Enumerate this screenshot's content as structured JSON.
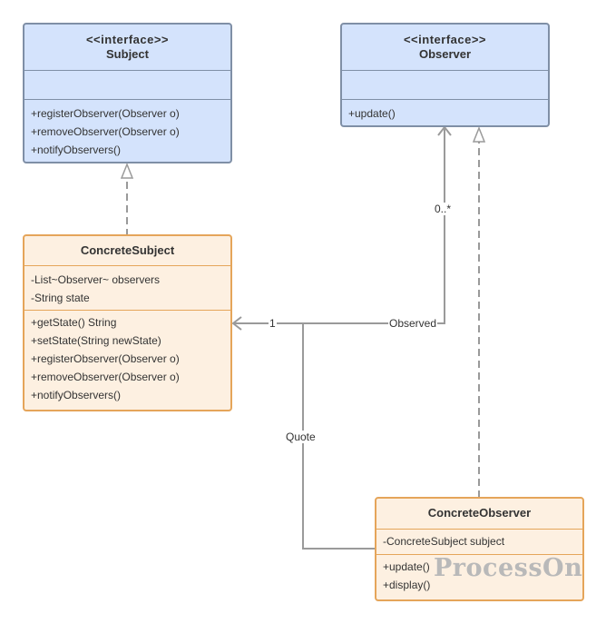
{
  "classes": {
    "subject": {
      "stereotype": "<<interface>>",
      "name": "Subject",
      "methods": [
        "+registerObserver(Observer o)",
        "+removeObserver(Observer o)",
        "+notifyObservers()"
      ]
    },
    "observer": {
      "stereotype": "<<interface>>",
      "name": "Observer",
      "methods": [
        "+update()"
      ]
    },
    "concrete_subject": {
      "name": "ConcreteSubject",
      "attributes": [
        "-List~Observer~ observers",
        "-String state"
      ],
      "methods": [
        "+getState() String",
        "+setState(String newState)",
        "+registerObserver(Observer o)",
        "+removeObserver(Observer o)",
        "+notifyObservers()"
      ]
    },
    "concrete_observer": {
      "name": "ConcreteObserver",
      "attributes": [
        "-ConcreteSubject subject"
      ],
      "methods": [
        "+update()",
        "+display()"
      ]
    }
  },
  "relations": {
    "observed": {
      "label": "Observed",
      "source_multiplicity": "1",
      "target_multiplicity": "0..*"
    },
    "quote": {
      "label": "Quote"
    }
  },
  "watermark": "ProcessOn",
  "colors": {
    "interface_fill": "#d4e3fc",
    "interface_border": "#7f8fa6",
    "class_fill": "#fdf0e1",
    "class_border": "#e5a55a",
    "edge": "#9a9a9a"
  }
}
